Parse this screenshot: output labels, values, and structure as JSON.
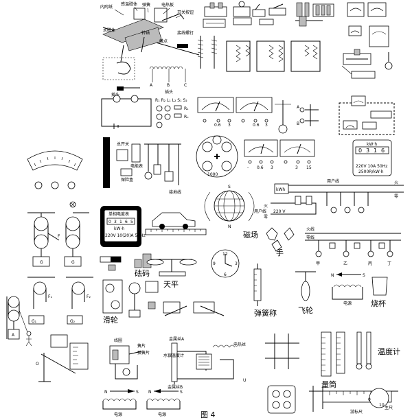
{
  "figure_caption": "图 4",
  "thermostat": {
    "labels": {
      "bimetal": "内附纸",
      "temp_magnet": "感温磁体",
      "spring": "弹簧",
      "heating_plate": "电热板",
      "switch_button": "开关按钮",
      "permanent_magnet": "永磁体",
      "pivot": "转轴",
      "screw": "接线螺钉",
      "contact": "触点"
    }
  },
  "plug": {
    "plug_label": "插头",
    "plug_label2": "插头"
  },
  "coil_taps": {
    "a": "A",
    "b": "B",
    "c": "C"
  },
  "circuit_symbols": {
    "row1": "R₁ R₂ L₁ L₂ S₁ S₂",
    "r_label": "R₁",
    "rx_label": "Rₓ"
  },
  "meter_scales": {
    "m1": "0.6",
    "m2": "3",
    "m3": "0.6",
    "m4": "3",
    "m5": "-",
    "m6": "0.6",
    "m7": "3",
    "m8": "3",
    "m9": "15"
  },
  "hanging_labels": {
    "a": "A",
    "b": "B"
  },
  "household": {
    "main_switch": "总开关",
    "meter": "电能表",
    "fuse_box": "保险盒",
    "ground": "接地线"
  },
  "energy_meter_right": {
    "unit": "kW·h",
    "digits": [
      "0",
      "3",
      "1",
      "6"
    ],
    "spec": "220V  10A  50Hz",
    "rev": "2500R/kW·h"
  },
  "energy_meter_left": {
    "title": "单相电度表",
    "digits": [
      "0",
      "3",
      "1",
      "6",
      "5"
    ],
    "unit": "kW·h",
    "spec": "220V 10(20)A 50Hz"
  },
  "water_meter": {
    "label": "1000"
  },
  "magnetic_field": {
    "n": "N",
    "s": "S",
    "label": "磁场"
  },
  "household_wiring": {
    "kwh": "kWh",
    "live": "火",
    "neutral": "零",
    "user_line": "用户线",
    "voltage": "220 V",
    "live2": "火线",
    "neutral2": "零线",
    "lamps": [
      "甲",
      "乙",
      "丙",
      "丁"
    ]
  },
  "hand_label": "手",
  "pulleys": {
    "f": "F",
    "g": "G",
    "g2": "G"
  },
  "weights": {
    "label": "砝码"
  },
  "balance": {
    "label": "天平"
  },
  "clock": {
    "n12": "12",
    "n3": "3",
    "n6": "6",
    "n9": "9"
  },
  "spring_scale": {
    "label": "弹簧称"
  },
  "flywheel": {
    "label": "飞轮"
  },
  "magnet_bar": {
    "n": "N",
    "s": "S"
  },
  "power_label": "电源",
  "beaker": {
    "label": "烧杯"
  },
  "pulleys2": {
    "f1": "F₁",
    "f2": "F₂",
    "g1": "G₁",
    "g2": "G₂",
    "label": "滑轮"
  },
  "ruler_row": {
    "a": "A"
  },
  "electric_bell": {
    "coil": "线圈",
    "spring": "簧片",
    "arm": "弹簧片"
  },
  "relay": {
    "metal_wire": "金属丝A",
    "mercury": "水银温度计",
    "metal_wire2": "金属丝B",
    "heater": "电热丝",
    "u": "U"
  },
  "cylinder": {
    "label": "量筒"
  },
  "thermometer": {
    "label": "温度计"
  },
  "solenoids": {
    "n1": "N",
    "s1": "S",
    "n2": "N",
    "s2": "S",
    "p1": "电源",
    "p2": "电源"
  },
  "caliper": {
    "main": "主尺",
    "vernier": "游标尺",
    "zero": "0",
    "ten": "10"
  },
  "lever": {
    "o": "O"
  }
}
